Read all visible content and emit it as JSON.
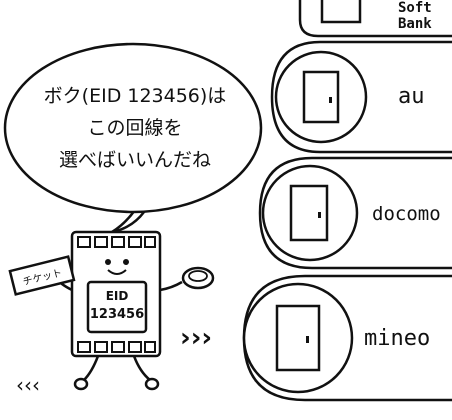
{
  "speech_bubble": {
    "line1": "ボク(EID 123456)は",
    "line2": "この回線を",
    "line3": "選べばいいんだね"
  },
  "sim_character": {
    "eid_label": "EID",
    "eid_number": "123456",
    "ticket_label": "チケット",
    "arrows": "›››",
    "footsteps": "‹‹‹"
  },
  "carriers": [
    {
      "name_line1": "Soft",
      "name_line2": "Bank"
    },
    {
      "name": "au"
    },
    {
      "name": "docomo"
    },
    {
      "name": "mineo"
    }
  ]
}
